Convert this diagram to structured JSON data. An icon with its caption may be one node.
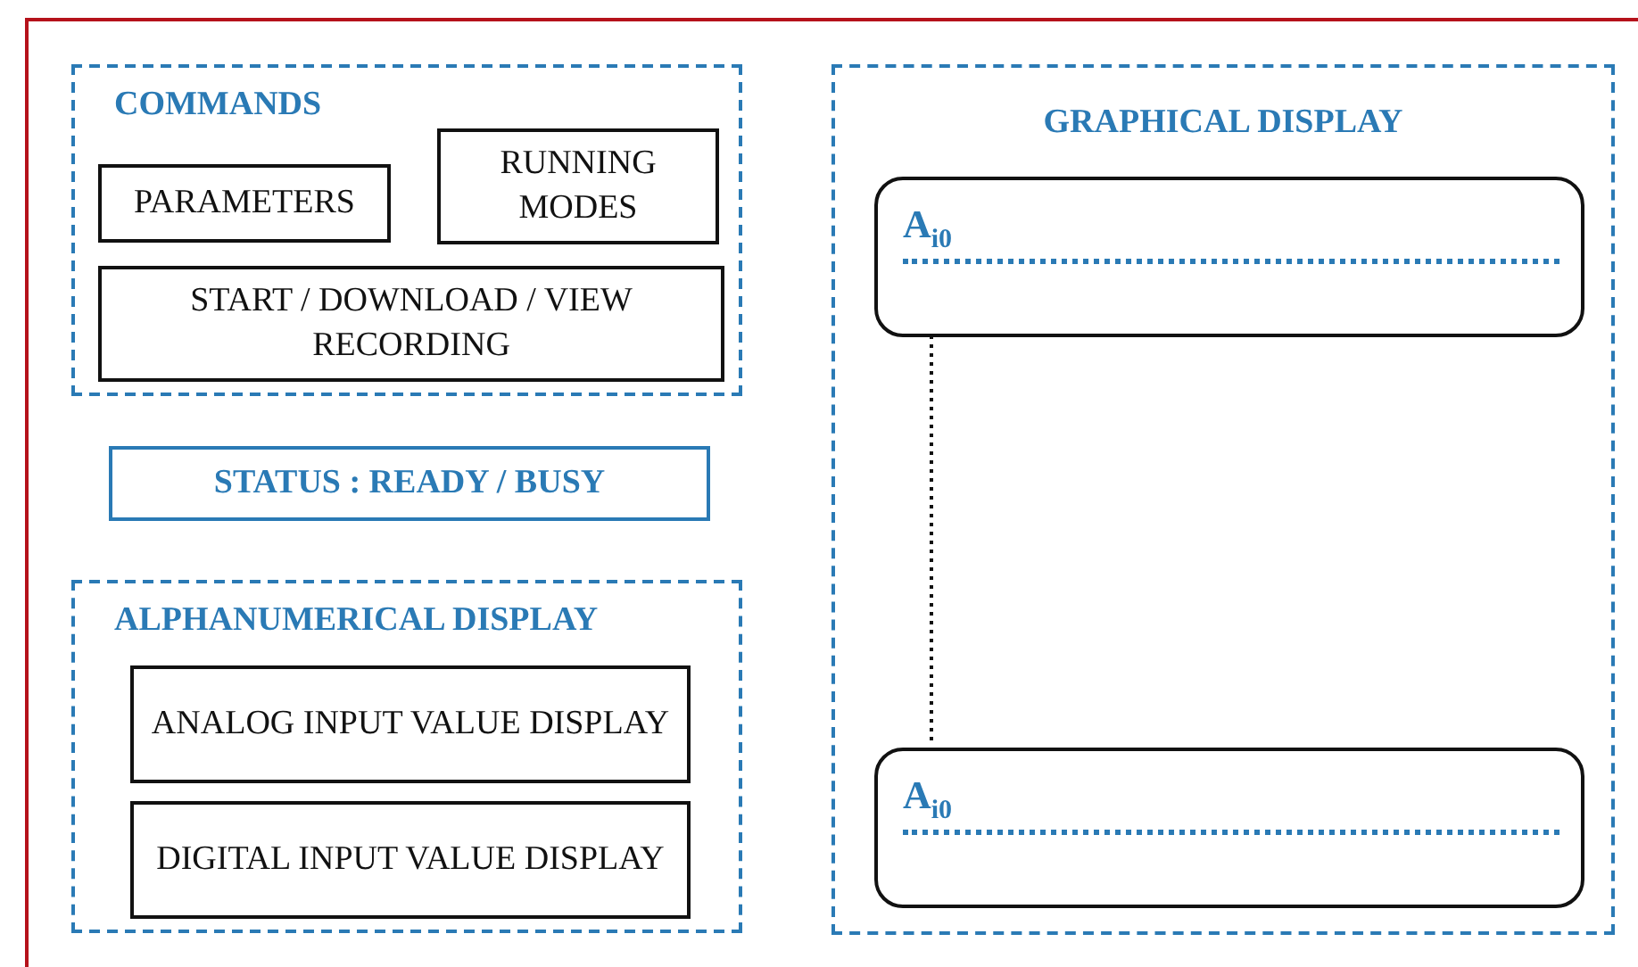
{
  "diagram": {
    "nodes": [
      {
        "text": [
          "COMMANDS"
        ]
      },
      {
        "text": [
          "PARAMETERS"
        ],
        "in": 0
      },
      {
        "text": [
          "RUNNING MODES"
        ],
        "in": 0
      },
      {
        "text": [
          "START / DOWNLOAD / VIEW RECORDING"
        ],
        "in": 0
      },
      {
        "text": [
          "STATUS : READY / BUSY"
        ]
      },
      {
        "text": [
          "ALPHANUMERICAL DISPLAY"
        ]
      },
      {
        "text": [
          "ANALOG INPUT VALUE DISPLAY"
        ],
        "in": 5
      },
      {
        "text": [
          "DIGITAL INPUT VALUE DISPLAY"
        ],
        "in": 5
      },
      {
        "text": [
          "GRAPHICAL DISPLAY"
        ]
      },
      {
        "text": [
          "A$_{i0}$"
        ],
        "in": 8
      },
      {
        "text": [
          "A$_{i0}$"
        ],
        "in": 8
      }
    ],
    "edges": [
      {
        "from": 9,
        "to": 10,
        "arrow": "none",
        "style": "dashed"
      }
    ]
  }
}
